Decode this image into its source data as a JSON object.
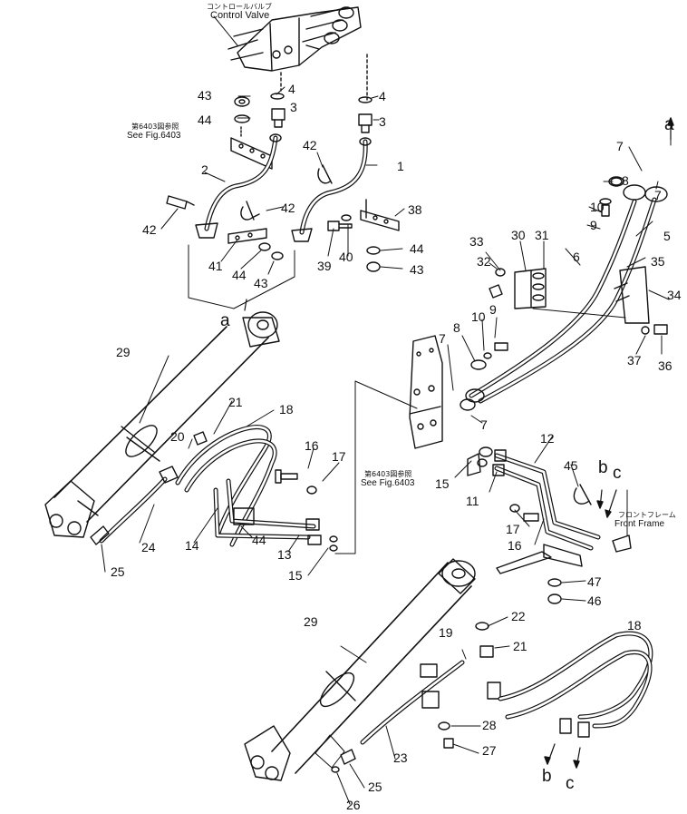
{
  "captions": {
    "control_valve_jp": "コントロールバルブ",
    "control_valve": "Control Valve",
    "see_fig_jp_top": "第6403図参照",
    "see_fig_top": "See Fig.6403",
    "see_fig_jp_mid": "第6403図参照",
    "see_fig_mid": "See Fig.6403",
    "front_frame_jp": "フロントフレーム",
    "front_frame": "Front Frame"
  },
  "refs": {
    "a_top": "a",
    "a_mid": "a",
    "b_mid": "b",
    "c_mid": "c",
    "b_bot": "b",
    "c_bot": "c"
  },
  "parts": [
    "4",
    "4",
    "43",
    "3",
    "3",
    "44",
    "42",
    "1",
    "2",
    "42",
    "38",
    "42",
    "44",
    "39",
    "40",
    "43",
    "41",
    "44",
    "43",
    "7",
    "7",
    "8",
    "10",
    "9",
    "5",
    "33",
    "30",
    "31",
    "6",
    "35",
    "32",
    "34",
    "9",
    "8",
    "10",
    "7",
    "37",
    "36",
    "7",
    "29",
    "21",
    "18",
    "20",
    "16",
    "17",
    "12",
    "15",
    "45",
    "11",
    "24",
    "25",
    "14",
    "44",
    "13",
    "15",
    "17",
    "16",
    "47",
    "46",
    "22",
    "29",
    "19",
    "21",
    "18",
    "28",
    "23",
    "27",
    "25",
    "26"
  ]
}
